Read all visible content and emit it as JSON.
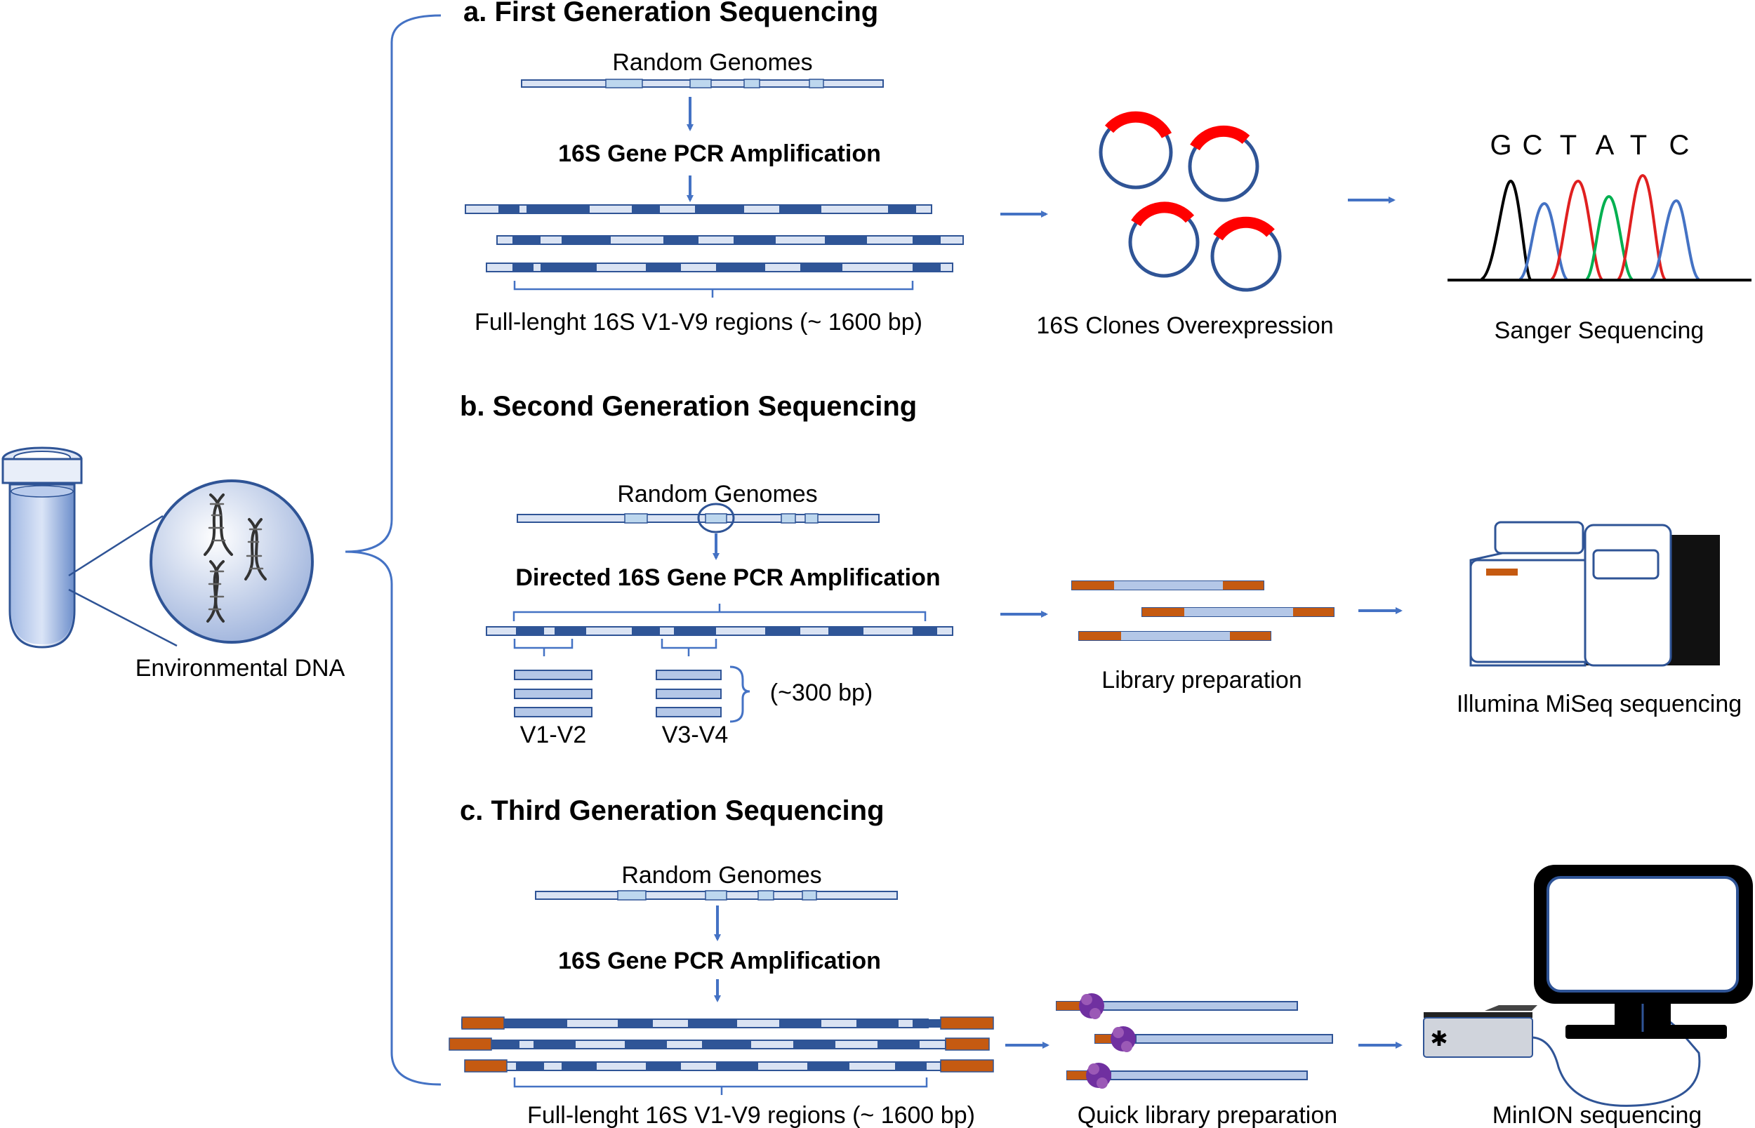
{
  "colors": {
    "accent_blue": "#4472c4",
    "dark_blue": "#2f5496",
    "strand_light": "#dae3f3",
    "strand_dark": "#2f5597",
    "adapter_orange": "#c55a11",
    "clone_red": "#ff0000",
    "protein_purple": "#7030a0",
    "trace_black": "#000000",
    "trace_blue": "#4472c4",
    "trace_red": "#e02020",
    "trace_green": "#00b050"
  },
  "source": {
    "label": "Environmental DNA",
    "tube_icon": "microcentrifuge-tube-icon",
    "dna_icon": "dna-helix-icon"
  },
  "sections": {
    "a": {
      "title": "a. First Generation Sequencing",
      "genomes_label": "Random Genomes",
      "pcr_label": "16S Gene PCR Amplification",
      "region_label": "Full-lenght 16S  V1-V9 regions (~ 1600 bp)",
      "clones_label": "16S Clones Overexpression",
      "sanger_bases": [
        "G",
        "C",
        "T",
        "A",
        "T",
        "C"
      ],
      "sanger_label": "Sanger Sequencing"
    },
    "b": {
      "title": "b. Second Generation Sequencing",
      "genomes_label": "Random Genomes",
      "pcr_label": "Directed 16S Gene PCR Amplification",
      "amplicon_size_label": "(~300 bp)",
      "region_v1v2": "V1-V2",
      "region_v3v4": "V3-V4",
      "library_label": "Library preparation",
      "sequencer_label": "Illumina MiSeq sequencing"
    },
    "c": {
      "title": "c. Third Generation Sequencing",
      "genomes_label": "Random Genomes",
      "pcr_label": "16S Gene PCR Amplification",
      "region_label": "Full-lenght 16S  V1-V9 regions (~ 1600 bp)",
      "library_label": "Quick library preparation",
      "sequencer_label": "MinION sequencing"
    }
  }
}
